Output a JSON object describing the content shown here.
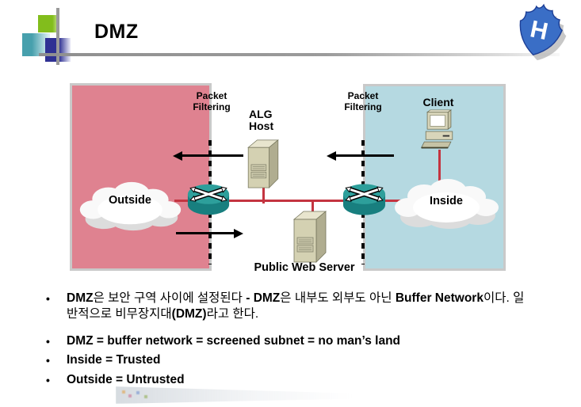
{
  "header": {
    "title": "DMZ",
    "logo_letter": "H"
  },
  "diagram": {
    "packet_filtering": {
      "line1": "Packet",
      "line2": "Filtering"
    },
    "alg_host": {
      "line1": "ALG",
      "line2": "Host"
    },
    "client_label": "Client",
    "outside_label": "Outside",
    "inside_label": "Inside",
    "public_web_server_label": "Public Web Server",
    "colors": {
      "outside_zone": "#df8290",
      "inside_zone": "#b5d9e1",
      "zone_border": "#c9c9c9",
      "link_red": "#c43440",
      "router_top": "#2d9f9b",
      "router_side": "#187f7f",
      "server_front": "#d4d1b2",
      "server_top": "#e8e5ce",
      "server_side": "#b0ad90",
      "logo_blue": "#3a6ec6"
    }
  },
  "bullets": [
    {
      "segments": [
        {
          "t": "DMZ",
          "b": true
        },
        {
          "t": "은 보안 구역 사이에 설정된다 ",
          "b": false
        },
        {
          "t": "- DMZ",
          "b": true
        },
        {
          "t": "은 내부도 외부도 아닌 ",
          "b": false
        },
        {
          "t": "Buffer Network",
          "b": true
        },
        {
          "t": "이다. 일반적으로 비무장지대",
          "b": false
        },
        {
          "t": "(DMZ)",
          "b": true
        },
        {
          "t": "라고 한다.",
          "b": false
        }
      ]
    },
    {
      "segments": [
        {
          "t": "DMZ = buffer network = screened subnet = no man’s land",
          "b": true
        }
      ]
    },
    {
      "segments": [
        {
          "t": "Inside = Trusted",
          "b": true
        }
      ]
    },
    {
      "segments": [
        {
          "t": "Outside = Untrusted",
          "b": true
        }
      ]
    }
  ],
  "bullet_marker": "•"
}
